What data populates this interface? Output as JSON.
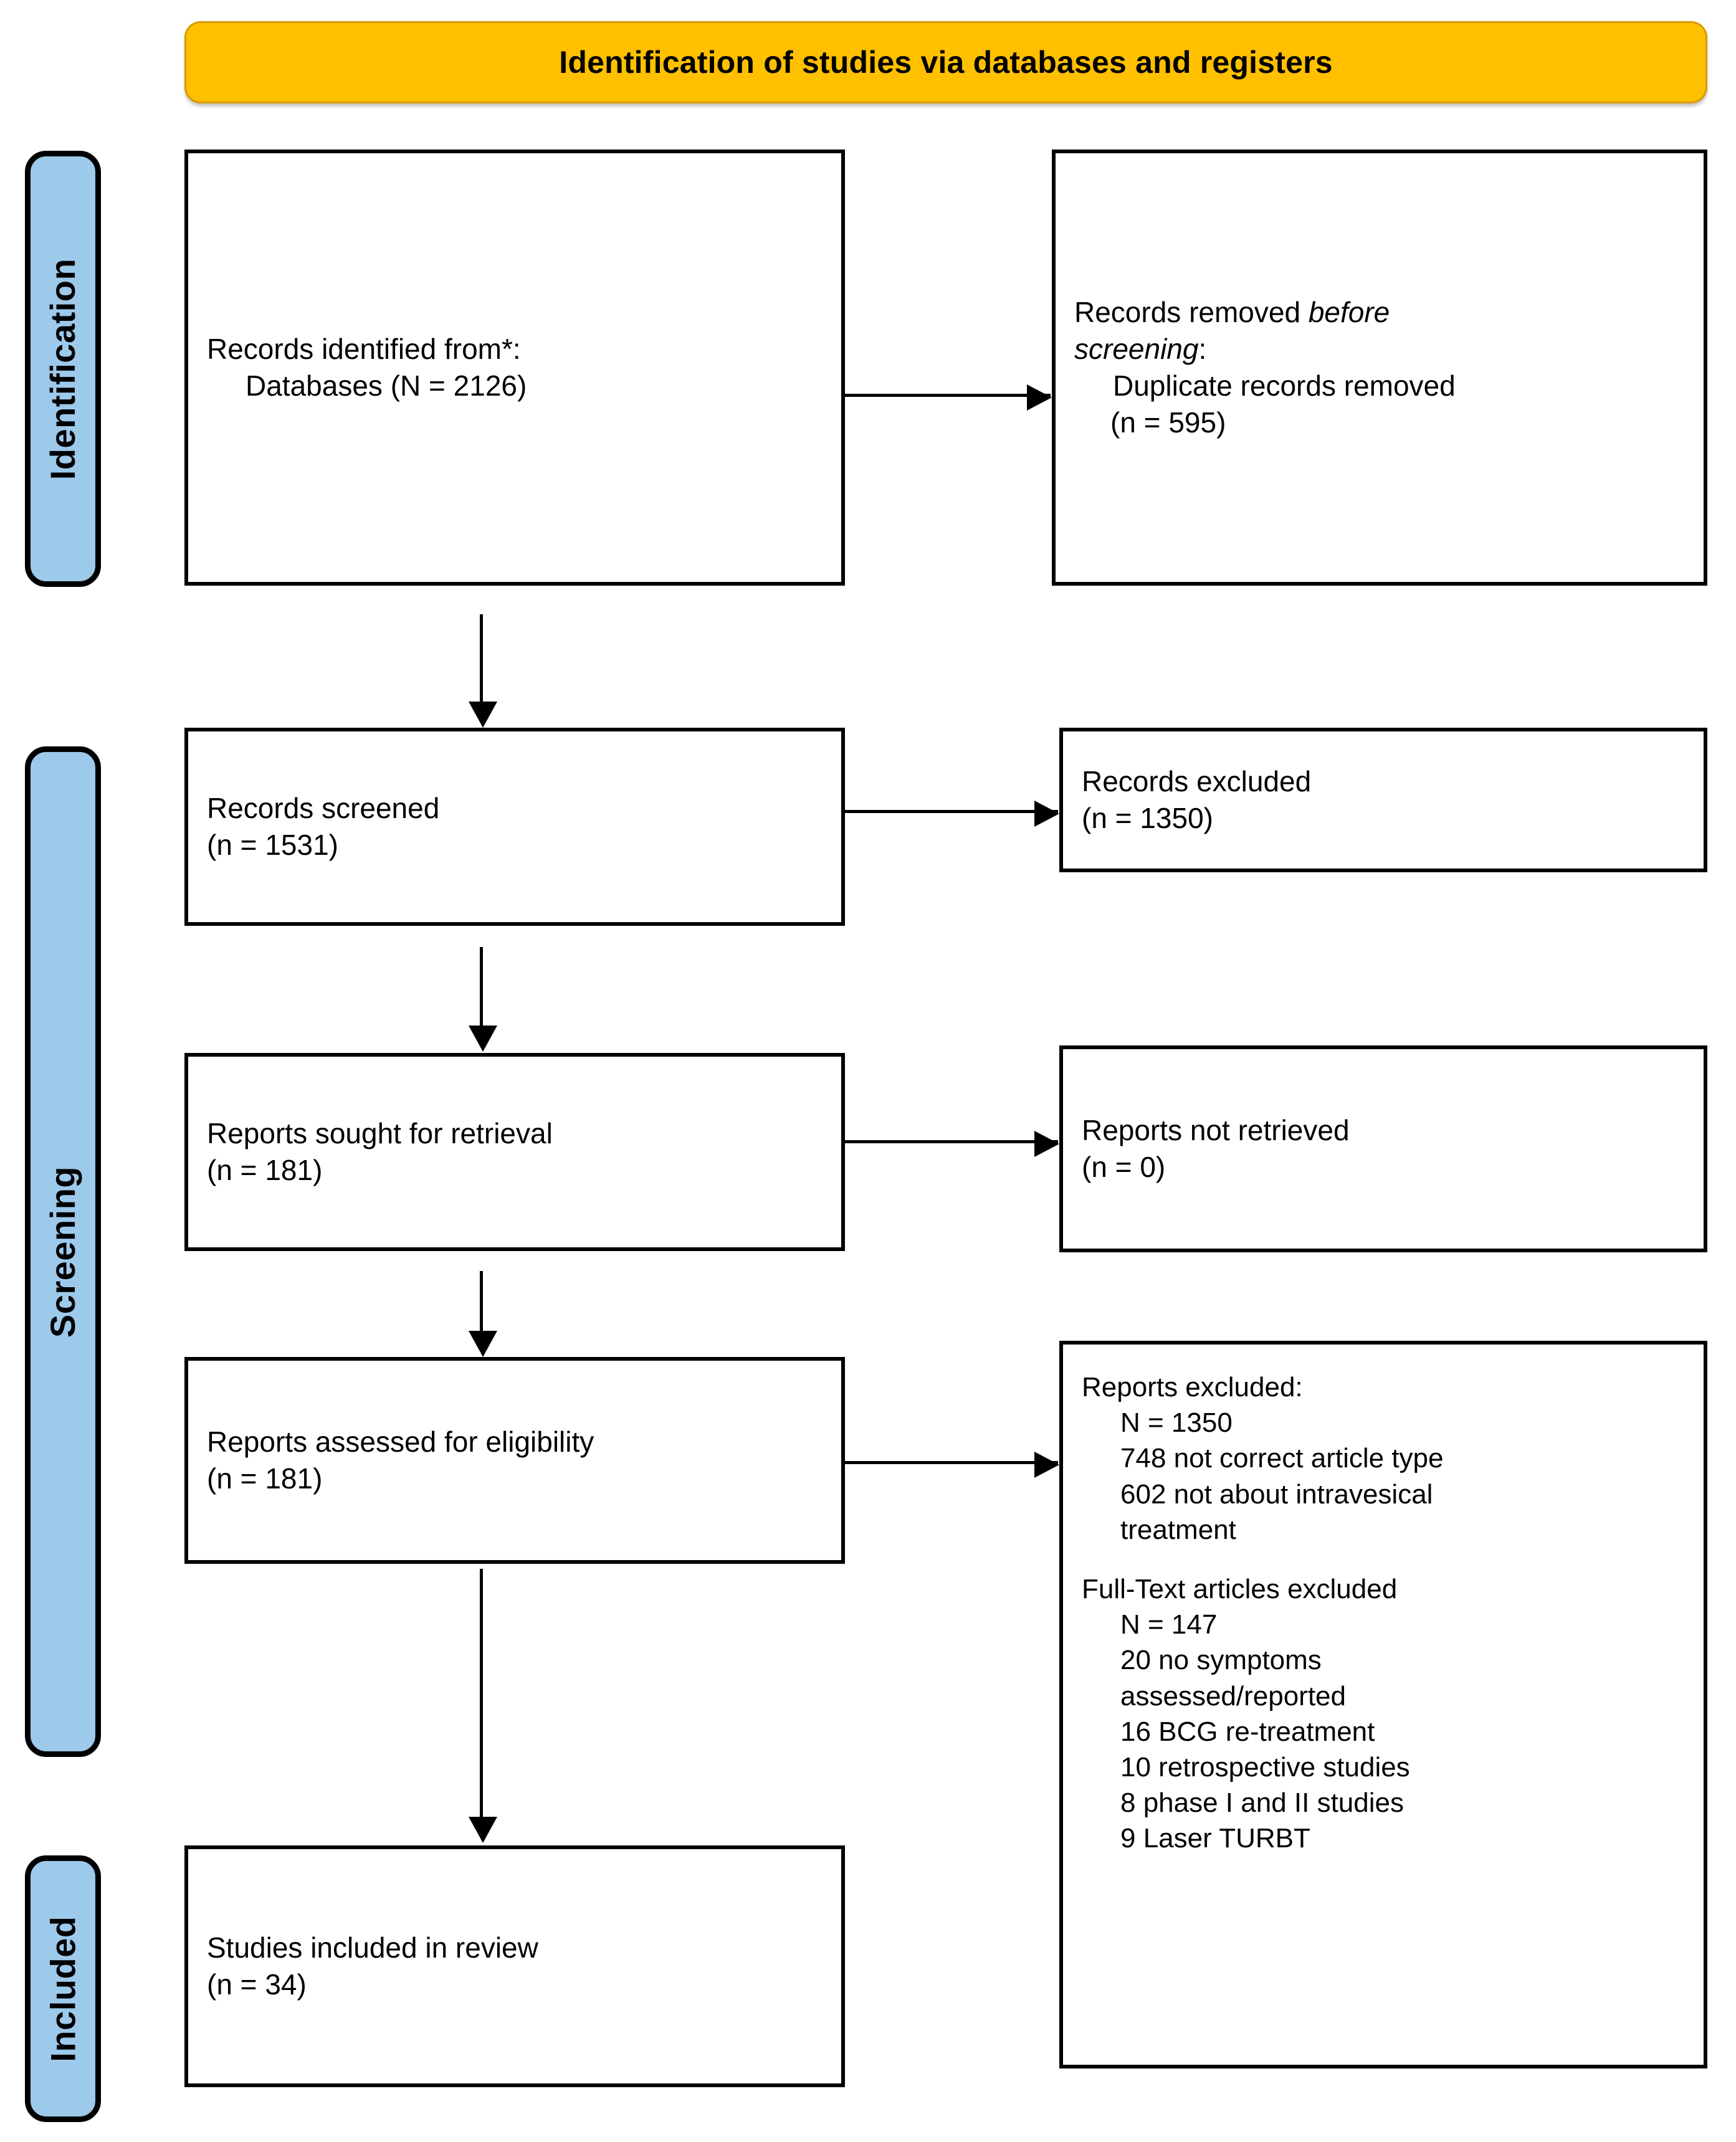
{
  "banner": {
    "title": "Identification of studies via databases and registers"
  },
  "colors": {
    "banner_fill": "#FFC000",
    "banner_border": "#d79b00",
    "stage_bar_fill": "#9DC9EB",
    "box_border": "#000000",
    "box_fill": "#FFFFFF",
    "text": "#000000"
  },
  "stages": [
    {
      "key": "identification",
      "label": "Identification"
    },
    {
      "key": "screening",
      "label": "Screening"
    },
    {
      "key": "included",
      "label": "Included"
    }
  ],
  "boxes": {
    "identified": {
      "lines": [
        "Records identified from*:",
        "Databases (N = 2126)"
      ]
    },
    "removed_before_screening": {
      "lines": [
        "Records removed ",
        "before",
        "screening",
        ":",
        "Duplicate records removed",
        "(n = 595)"
      ]
    },
    "records_screened": {
      "lines": [
        "Records screened",
        "(n = 1531)"
      ]
    },
    "records_excluded": {
      "lines": [
        "Records excluded",
        "(n = 1350)"
      ]
    },
    "reports_sought": {
      "lines": [
        "Reports sought for retrieval",
        "(n = 181)"
      ]
    },
    "reports_not_retrieved": {
      "lines": [
        "Reports not retrieved",
        "(n = 0)"
      ]
    },
    "reports_assessed": {
      "lines": [
        "Reports assessed for eligibility",
        "(n = 181)"
      ]
    },
    "reports_excluded": {
      "heading": "Reports excluded:",
      "total": "N = 1350",
      "reasons": [
        "748 not correct article type",
        "602 not about intravesical",
        "treatment"
      ],
      "fulltext_heading": "Full-Text articles excluded",
      "fulltext_total": "N = 147",
      "fulltext_reasons": [
        "20 no symptoms",
        "assessed/reported",
        "16 BCG re-treatment",
        "10 retrospective studies",
        "8 phase I and II studies",
        "9 Laser TURBT"
      ]
    },
    "studies_included": {
      "lines": [
        "Studies included in review",
        "(n = 34)"
      ]
    }
  },
  "flow": {
    "arrows": [
      {
        "name": "identified-to-removed",
        "direction": "right"
      },
      {
        "name": "screened-to-excluded",
        "direction": "right"
      },
      {
        "name": "sought-to-not-retrieved",
        "direction": "right"
      },
      {
        "name": "assessed-to-excluded",
        "direction": "right"
      },
      {
        "name": "identified-to-screened",
        "direction": "down"
      },
      {
        "name": "screened-to-sought",
        "direction": "down"
      },
      {
        "name": "sought-to-assessed",
        "direction": "down"
      },
      {
        "name": "assessed-to-included",
        "direction": "down"
      }
    ]
  }
}
